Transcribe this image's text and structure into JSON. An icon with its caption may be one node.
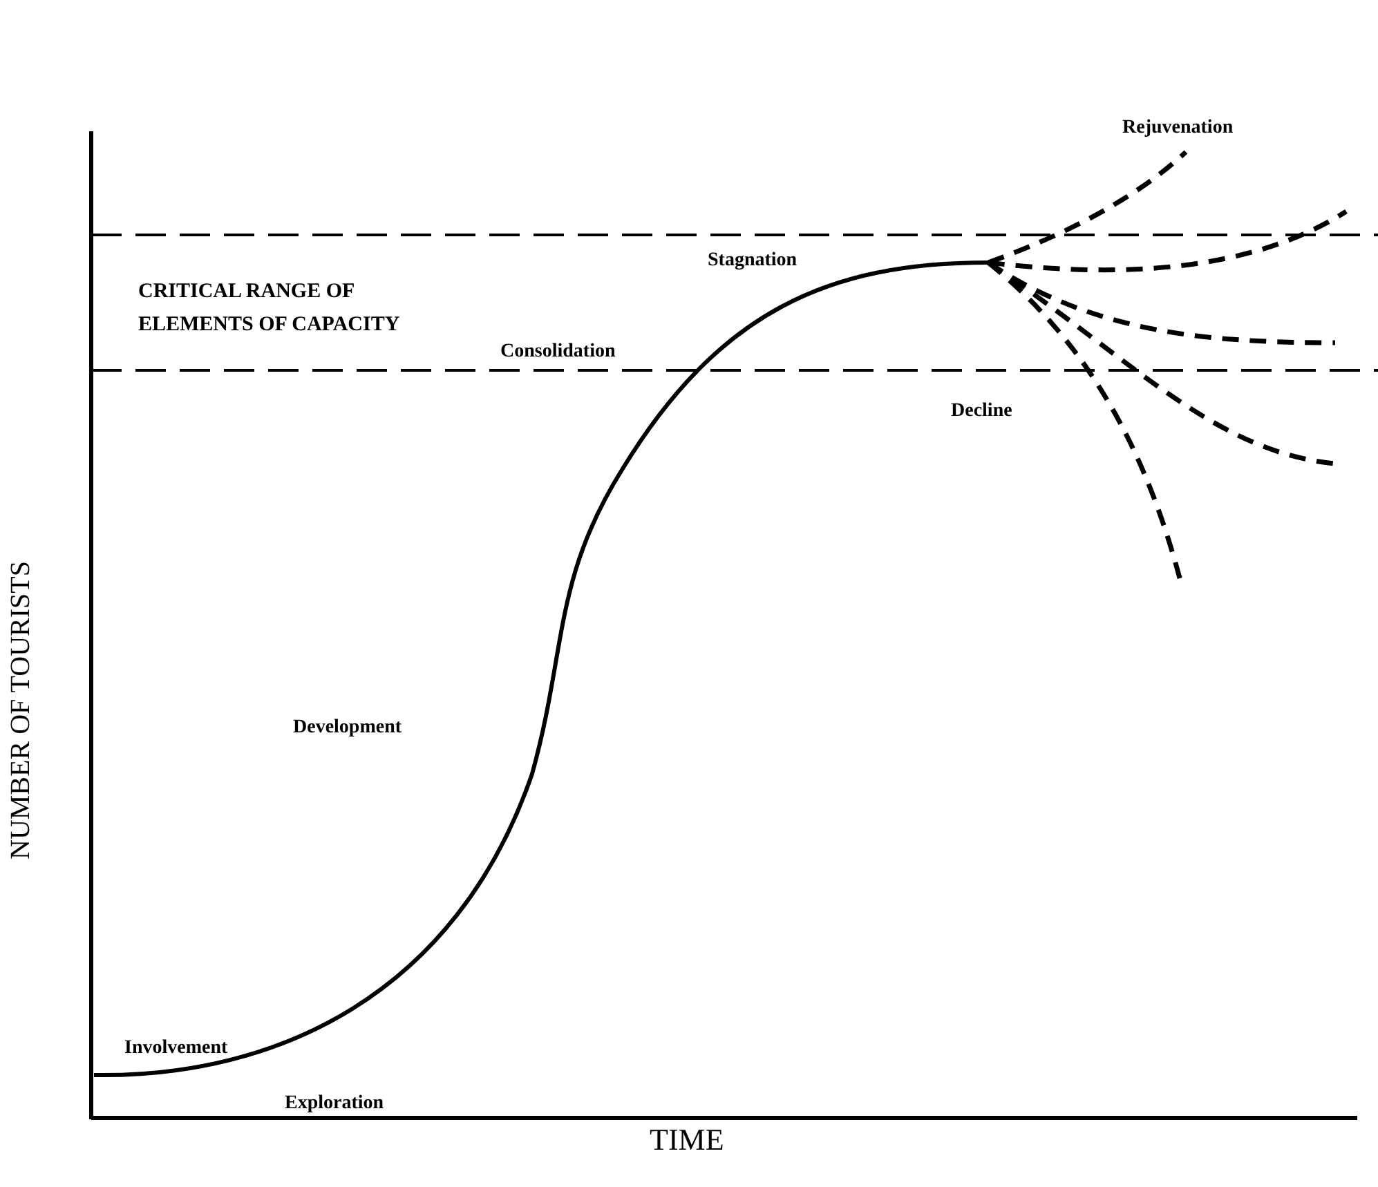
{
  "diagram": {
    "labels": [
      "Rejuvenation",
      "Stagnation",
      "CRITICAL RANGE OF ELEMENTS OF CAPACITY",
      "Consolidation",
      "Decline",
      "NUMBER OF TOURISTS",
      "Development",
      "Involvement",
      "Exploration",
      "TIME"
    ]
  }
}
